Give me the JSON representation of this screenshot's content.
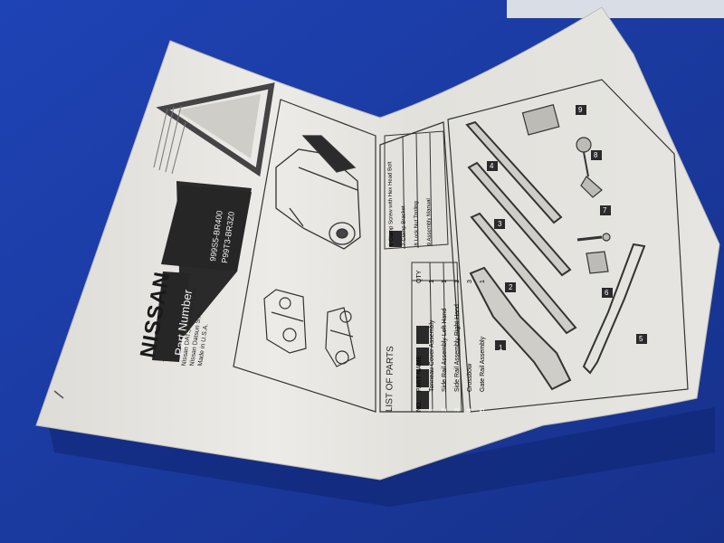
{
  "scene": {
    "background": "blue table surface",
    "colors": {
      "table": "#1c3da8",
      "paper": "#e9e8e4",
      "ink": "#2a2a2a"
    }
  },
  "manual": {
    "brand": "NISSAN",
    "part_number_label": "Part Number",
    "part_numbers": [
      "999S5-BR400",
      "P99T3-BR3Z0"
    ],
    "vehicle_info": [
      "Nissan DATSUN KING CAB",
      "Nissan Datsun S.A.",
      "Made in U.S.A."
    ],
    "list_title": "LIST OF PARTS",
    "table_headers": {
      "no": "NO.",
      "part_name": "PART NAME",
      "qty": "QTY"
    },
    "parts": [
      {
        "no": "1",
        "name": "Tonneau Cover Assembly",
        "qty": "1"
      },
      {
        "no": "2",
        "name": "Side Rail Assembly Left Hand",
        "qty": "1"
      },
      {
        "no": "3",
        "name": "Side Rail Assembly Right Hand",
        "qty": "1"
      },
      {
        "no": "4",
        "name": "Crossbow",
        "qty": "3"
      },
      {
        "no": "5",
        "name": "Gate Rail Assembly",
        "qty": "1"
      }
    ],
    "hardware_parts": [
      {
        "no": "6",
        "name": "Clamp Screw with Hex Head Bolt"
      },
      {
        "no": "7",
        "name": "Clamp Bracket"
      },
      {
        "no": "8",
        "name": "Lock Nut Tooling"
      },
      {
        "no": "9",
        "name": "Assembly Manual"
      }
    ],
    "diagram_callouts": [
      "1",
      "2",
      "3",
      "4",
      "5",
      "6",
      "7",
      "8",
      "9"
    ]
  }
}
